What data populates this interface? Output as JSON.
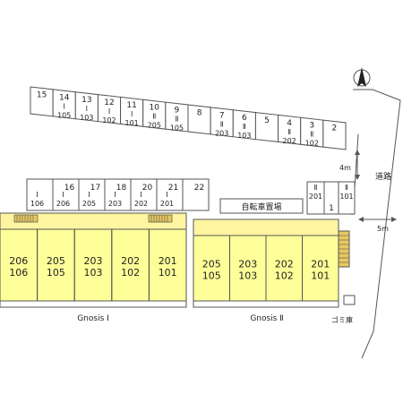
{
  "compass": {
    "label": "N"
  },
  "top_row": [
    {
      "num": "15",
      "owner": ""
    },
    {
      "num": "14",
      "owner": "Ⅰ\n105"
    },
    {
      "num": "13",
      "owner": "Ⅰ\n103"
    },
    {
      "num": "12",
      "owner": "Ⅰ\n102"
    },
    {
      "num": "11",
      "owner": "Ⅰ\n101"
    },
    {
      "num": "10",
      "owner": "Ⅱ\n205"
    },
    {
      "num": "9",
      "owner": "Ⅱ\n105"
    },
    {
      "num": "8",
      "owner": ""
    },
    {
      "num": "7",
      "owner": "Ⅱ\n203"
    },
    {
      "num": "6",
      "owner": "Ⅱ\n103"
    },
    {
      "num": "5",
      "owner": ""
    },
    {
      "num": "4",
      "owner": "Ⅱ\n202"
    },
    {
      "num": "3",
      "owner": "Ⅱ\n102"
    },
    {
      "num": "2",
      "owner": ""
    }
  ],
  "mid_row": [
    {
      "num": "",
      "owner": "Ⅰ\n106"
    },
    {
      "num": "16",
      "owner": "Ⅰ\n206"
    },
    {
      "num": "17",
      "owner": "Ⅰ\n205"
    },
    {
      "num": "18",
      "owner": "Ⅰ\n203"
    },
    {
      "num": "20",
      "owner": "Ⅰ\n202"
    },
    {
      "num": "21",
      "owner": "Ⅰ\n201"
    },
    {
      "num": "22",
      "owner": ""
    }
  ],
  "right_slots": [
    {
      "num": "",
      "owner": "Ⅱ\n201"
    },
    {
      "num": "1",
      "owner": ""
    },
    {
      "num": "",
      "owner": "Ⅱ\n101"
    }
  ],
  "bike_parking": "自転車置場",
  "road_label": "道路",
  "dim_4m": "4m",
  "dim_5m": "5m",
  "building1": {
    "name": "Gnosis Ⅰ",
    "units": [
      [
        "206",
        "106"
      ],
      [
        "205",
        "105"
      ],
      [
        "203",
        "103"
      ],
      [
        "202",
        "102"
      ],
      [
        "201",
        "101"
      ]
    ]
  },
  "building2": {
    "name": "Gnosis Ⅱ",
    "units": [
      [
        "205",
        "105"
      ],
      [
        "203",
        "103"
      ],
      [
        "202",
        "102"
      ],
      [
        "201",
        "101"
      ]
    ]
  },
  "garbage": "ゴミ庫",
  "colors": {
    "building": "#ffff99",
    "roof": "#fff5a0",
    "stripe": "#f0d060",
    "line": "#555555"
  }
}
